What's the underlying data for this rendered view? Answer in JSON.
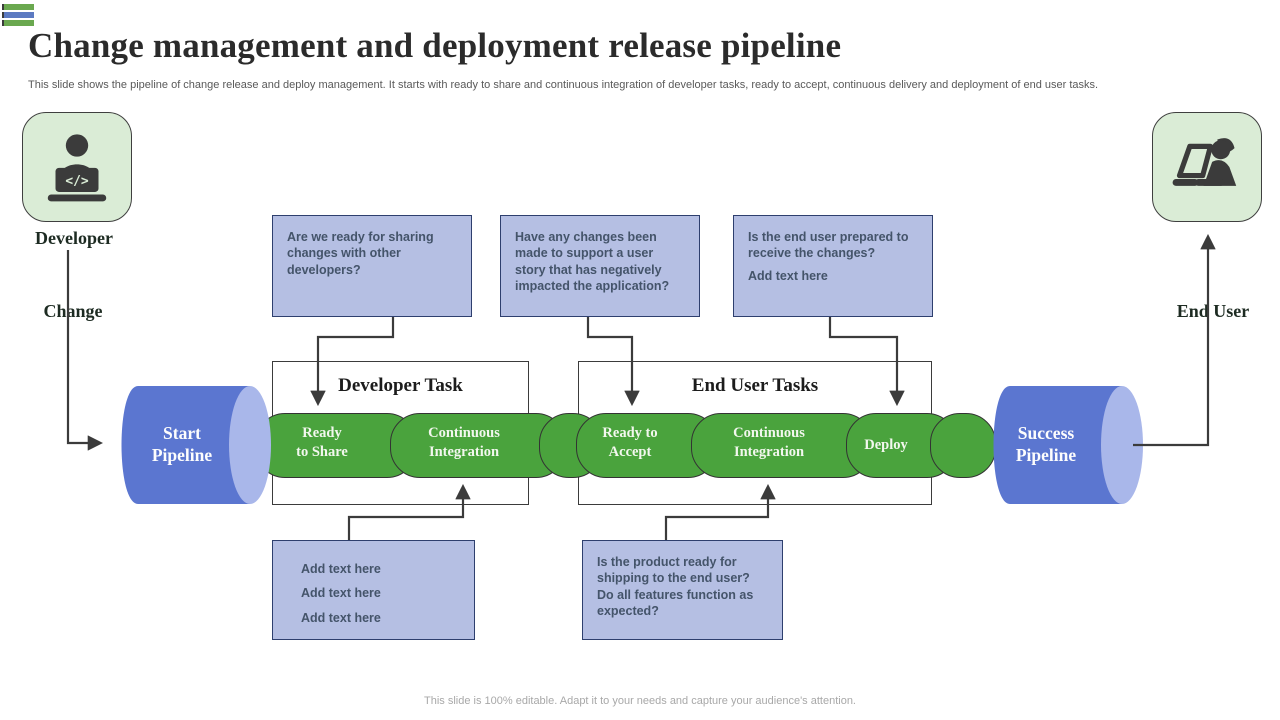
{
  "slide": {
    "title": "Change management and deployment release pipeline",
    "subtitle": "This slide shows the pipeline of change release and deploy management.  It starts with ready to share and continuous integration of developer tasks, ready to accept, continuous delivery and deployment of end user tasks.",
    "footer": "This slide is 100% editable.  Adapt it to your needs and capture your audience's attention."
  },
  "actors": {
    "developer": {
      "label": "Developer",
      "icon": "developer-coding-icon"
    },
    "end_user": {
      "label": "End User",
      "icon": "end-user-laptop-icon"
    },
    "change_label": "Change"
  },
  "pipeline": {
    "start_label": "Start Pipeline",
    "success_label": "Success Pipeline",
    "groups": [
      {
        "label": "Developer Task"
      },
      {
        "label": "End User Tasks"
      }
    ],
    "stages": [
      {
        "lines": [
          "Ready",
          "to Share"
        ]
      },
      {
        "lines": [
          "Continuous",
          "Integration"
        ]
      },
      {
        "lines": [
          "Ready to",
          "Accept"
        ]
      },
      {
        "lines": [
          "Continuous",
          "Integration"
        ]
      },
      {
        "lines": [
          "Deploy"
        ]
      }
    ]
  },
  "callouts": {
    "top": [
      {
        "lines": [
          "Are we ready for sharing changes with other developers?"
        ]
      },
      {
        "lines": [
          "Have any changes been made to support  a user story  that has negatively impacted the application?"
        ]
      },
      {
        "lines": [
          "Is the end user prepared to receive the changes?",
          "Add text here"
        ]
      }
    ],
    "bottom": [
      {
        "lines": [
          "Add text here",
          "Add text here",
          "Add text here"
        ]
      },
      {
        "lines": [
          "Is the product  ready for shipping to the end user? Do all features function  as expected?"
        ]
      }
    ]
  },
  "colors": {
    "pipeline_green": "#4aa33d",
    "cylinder_blue": "#5b76d0",
    "cylinder_cap_blue": "#a9b7ea",
    "callout_fill": "#b5bfe3",
    "callout_border": "#2e3f6e",
    "callout_text": "#44546a",
    "tile_green": "#daecd6",
    "logo_green": "#6aa84f",
    "logo_blue": "#5c7ac2",
    "connector_dark": "#3b3b3b"
  }
}
